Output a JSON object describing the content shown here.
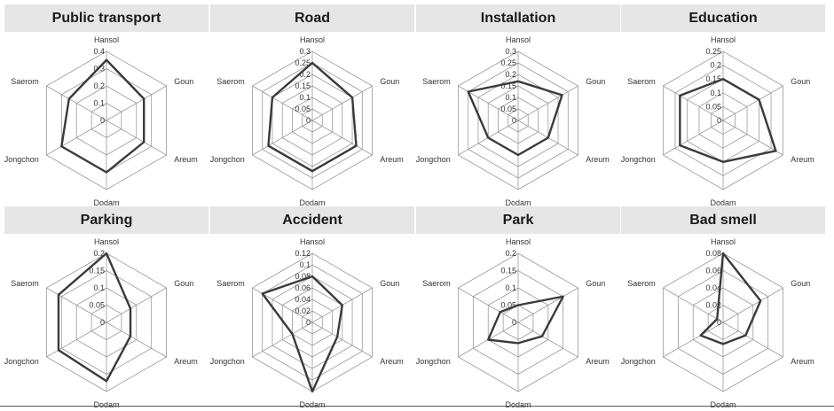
{
  "chart_data": [
    {
      "type": "radar",
      "title": "Public transport",
      "axes": [
        "Hansol",
        "Goun",
        "Areum",
        "Dodam",
        "Jongchon",
        "Saerom"
      ],
      "ticks": [
        "0",
        "0.1",
        "0.2",
        "0.3",
        "0.4"
      ],
      "rmax": 0.4,
      "values": [
        0.35,
        0.25,
        0.25,
        0.3,
        0.3,
        0.25
      ]
    },
    {
      "type": "radar",
      "title": "Road",
      "axes": [
        "Hansol",
        "Goun",
        "Areum",
        "Dodam",
        "Jongchon",
        "Saerom"
      ],
      "ticks": [
        "0",
        "0.05",
        "0.1",
        "0.15",
        "0.2",
        "0.25",
        "0.3"
      ],
      "rmax": 0.3,
      "values": [
        0.25,
        0.2,
        0.22,
        0.22,
        0.22,
        0.2
      ]
    },
    {
      "type": "radar",
      "title": "Installation",
      "axes": [
        "Hansol",
        "Goun",
        "Areum",
        "Dodam",
        "Jongchon",
        "Saerom"
      ],
      "ticks": [
        "0",
        "0.05",
        "0.1",
        "0.15",
        "0.2",
        "0.25",
        "0.3"
      ],
      "rmax": 0.3,
      "values": [
        0.17,
        0.22,
        0.15,
        0.15,
        0.15,
        0.25
      ]
    },
    {
      "type": "radar",
      "title": "Education",
      "axes": [
        "Hansol",
        "Goun",
        "Areum",
        "Dodam",
        "Jongchon",
        "Saerom"
      ],
      "ticks": [
        "0",
        "0.05",
        "0.1",
        "0.15",
        "0.2",
        "0.25"
      ],
      "rmax": 0.25,
      "values": [
        0.15,
        0.15,
        0.22,
        0.15,
        0.18,
        0.18
      ]
    },
    {
      "type": "radar",
      "title": "Parking",
      "axes": [
        "Hansol",
        "Goun",
        "Areum",
        "Dodam",
        "Jongchon",
        "Saerom"
      ],
      "ticks": [
        "0",
        "0.05",
        "0.1",
        "0.15",
        "0.2"
      ],
      "rmax": 0.2,
      "values": [
        0.2,
        0.08,
        0.08,
        0.17,
        0.16,
        0.16
      ]
    },
    {
      "type": "radar",
      "title": "Accident",
      "axes": [
        "Hansol",
        "Goun",
        "Areum",
        "Dodam",
        "Jongchon",
        "Saerom"
      ],
      "ticks": [
        "0",
        "0.02",
        "0.04",
        "0.06",
        "0.08",
        "0.1",
        "0.12"
      ],
      "rmax": 0.12,
      "values": [
        0.08,
        0.06,
        0.05,
        0.12,
        0.04,
        0.1
      ]
    },
    {
      "type": "radar",
      "title": "Park",
      "axes": [
        "Hansol",
        "Goun",
        "Areum",
        "Dodam",
        "Jongchon",
        "Saerom"
      ],
      "ticks": [
        "0",
        "0.05",
        "0.1",
        "0.15",
        "0.2"
      ],
      "rmax": 0.2,
      "values": [
        0.05,
        0.15,
        0.08,
        0.06,
        0.1,
        0.06
      ]
    },
    {
      "type": "radar",
      "title": "Bad smell",
      "axes": [
        "Hansol",
        "Goun",
        "Areum",
        "Dodam",
        "Jongchon",
        "Saerom"
      ],
      "ticks": [
        "0",
        "0.02",
        "0.04",
        "0.06",
        "0.08"
      ],
      "rmax": 0.08,
      "values": [
        0.08,
        0.05,
        0.03,
        0.025,
        0.03,
        0.008
      ]
    }
  ]
}
